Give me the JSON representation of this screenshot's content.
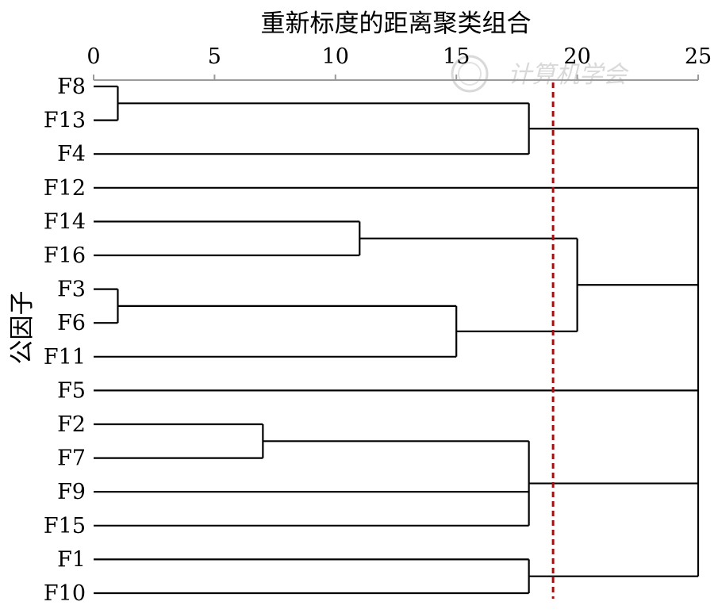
{
  "chart_data": {
    "type": "dendrogram",
    "title": "重新标度的距离聚类组合",
    "ylabel": "公因子",
    "xlim": [
      0,
      25
    ],
    "xticks": [
      0,
      5,
      10,
      15,
      20,
      25
    ],
    "leaves": [
      "F8",
      "F13",
      "F4",
      "F12",
      "F14",
      "F16",
      "F3",
      "F6",
      "F11",
      "F5",
      "F2",
      "F7",
      "F9",
      "F15",
      "F1",
      "F10"
    ],
    "merges": [
      {
        "id": "m1",
        "children": [
          "F8",
          "F13"
        ],
        "distance": 1
      },
      {
        "id": "m2",
        "children": [
          "F3",
          "F6"
        ],
        "distance": 1
      },
      {
        "id": "m3",
        "children": [
          "F2",
          "F7"
        ],
        "distance": 7
      },
      {
        "id": "m4",
        "children": [
          "F14",
          "F16"
        ],
        "distance": 11
      },
      {
        "id": "m5",
        "children": [
          "m2",
          "F11"
        ],
        "distance": 15
      },
      {
        "id": "m6",
        "children": [
          "m1",
          "F4"
        ],
        "distance": 18
      },
      {
        "id": "m7",
        "children": [
          "m3",
          "F9",
          "F15"
        ],
        "distance": 18
      },
      {
        "id": "m8",
        "children": [
          "F1",
          "F10"
        ],
        "distance": 18
      },
      {
        "id": "m9",
        "children": [
          "m4",
          "m5"
        ],
        "distance": 20
      },
      {
        "id": "m10",
        "children": [
          "m6",
          "F12",
          "m9",
          "F5",
          "m7",
          "m8"
        ],
        "distance": 25
      }
    ],
    "cutoff": 19,
    "cutoff_color": "#a01010",
    "line_color": "#000000",
    "watermark": "计算机学会"
  }
}
